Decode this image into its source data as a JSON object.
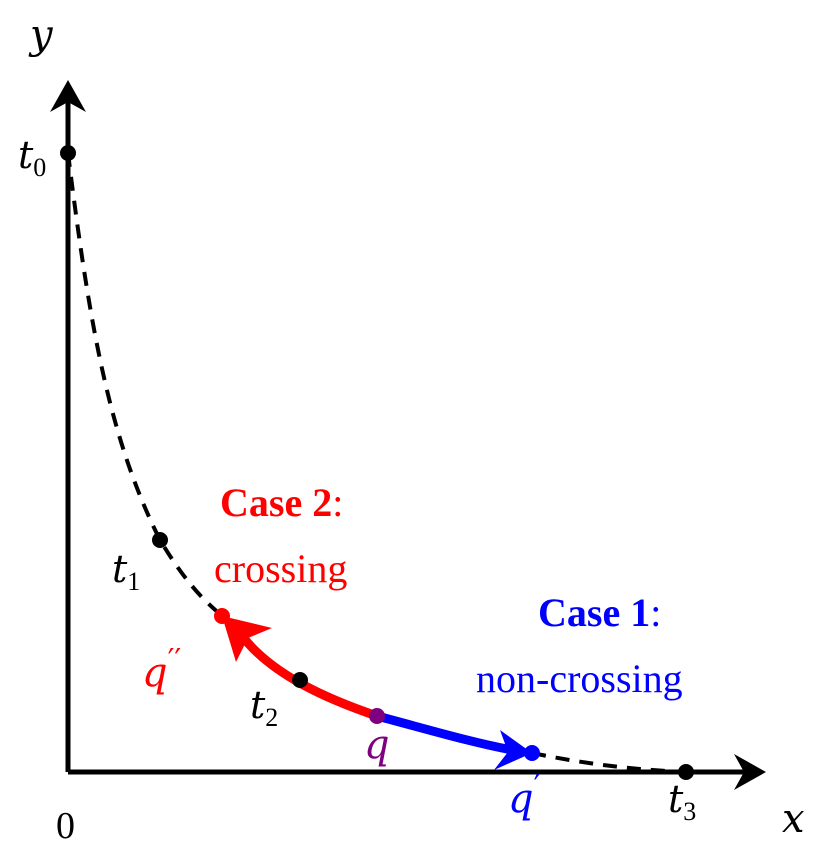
{
  "axes": {
    "x_label": "x",
    "y_label": "y",
    "origin_label": "0"
  },
  "points": {
    "t0": {
      "base": "t",
      "sub": "0"
    },
    "t1": {
      "base": "t",
      "sub": "1"
    },
    "t2": {
      "base": "t",
      "sub": "2"
    },
    "t3": {
      "base": "t",
      "sub": "3"
    },
    "q": {
      "text": "q"
    },
    "q_prime": {
      "base": "q",
      "mark": "′"
    },
    "q_dprime": {
      "base": "q",
      "mark": "′′"
    }
  },
  "cases": {
    "case2": {
      "title": "Case 2",
      "colon": ":",
      "desc": "crossing"
    },
    "case1": {
      "title": "Case 1",
      "colon": ":",
      "desc": "non-crossing"
    }
  },
  "colors": {
    "axis": "#000000",
    "curve": "#000000",
    "crossing": "#ff0000",
    "non_crossing": "#0000ff",
    "q_point": "#7f007f"
  }
}
